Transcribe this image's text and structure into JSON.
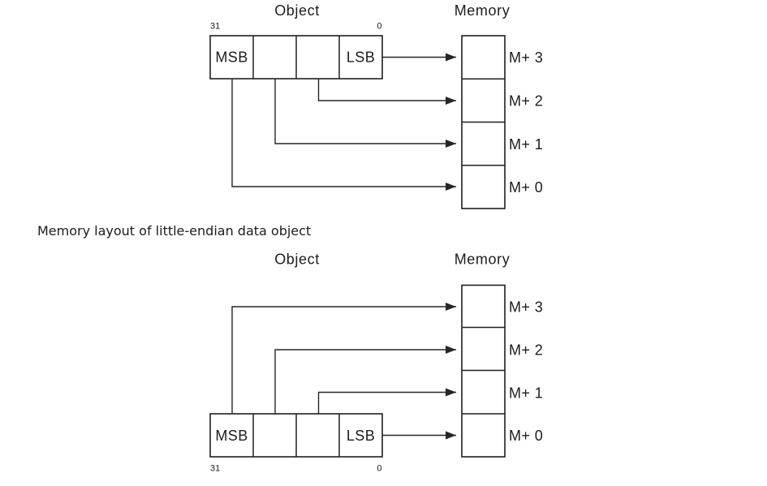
{
  "figure": {
    "caption": "Memory layout of little-endian data object",
    "caption_color": "#1e8bbd"
  },
  "colors": {
    "background": "#ffffff",
    "line": "#262626",
    "text": "#1c1c1c"
  },
  "diagram_top": {
    "object_title": "Object",
    "memory_title": "Memory",
    "bit_high": "31",
    "bit_low": "0",
    "msb": "MSB",
    "lsb": "LSB",
    "memory_labels": [
      "M+ 3",
      "M+ 2",
      "M+ 1",
      "M+ 0"
    ]
  },
  "diagram_bottom": {
    "object_title": "Object",
    "memory_title": "Memory",
    "bit_high": "31",
    "bit_low": "0",
    "msb": "MSB",
    "lsb": "LSB",
    "memory_labels": [
      "M+ 3",
      "M+ 2",
      "M+ 1",
      "M+ 0"
    ]
  }
}
